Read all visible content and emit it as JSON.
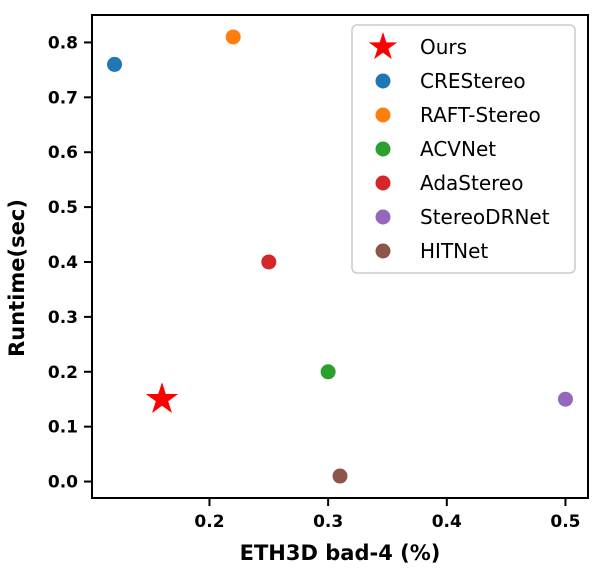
{
  "figure": {
    "background": "#ffffff",
    "frame_color": "#000000"
  },
  "chart_data": {
    "type": "scatter",
    "title": "",
    "xlabel": "ETH3D bad-4 (%)",
    "ylabel": "Runtime(sec)",
    "xlim": [
      0.101,
      0.519
    ],
    "ylim": [
      -0.03,
      0.85
    ],
    "grid": false,
    "legend_position": "upper right",
    "xticks": [
      {
        "value": 0.2,
        "label": "0.2"
      },
      {
        "value": 0.3,
        "label": "0.3"
      },
      {
        "value": 0.4,
        "label": "0.4"
      },
      {
        "value": 0.5,
        "label": "0.5"
      }
    ],
    "yticks": [
      {
        "value": 0.0,
        "label": "0.0"
      },
      {
        "value": 0.1,
        "label": "0.1"
      },
      {
        "value": 0.2,
        "label": "0.2"
      },
      {
        "value": 0.3,
        "label": "0.3"
      },
      {
        "value": 0.4,
        "label": "0.4"
      },
      {
        "value": 0.5,
        "label": "0.5"
      },
      {
        "value": 0.6,
        "label": "0.6"
      },
      {
        "value": 0.7,
        "label": "0.7"
      },
      {
        "value": 0.8,
        "label": "0.8"
      }
    ],
    "series": [
      {
        "name": "Ours",
        "marker": "star",
        "color": "#ff0000",
        "x": 0.16,
        "y": 0.15
      },
      {
        "name": "CREStereo",
        "marker": "circle",
        "color": "#1f77b4",
        "x": 0.12,
        "y": 0.76
      },
      {
        "name": "RAFT-Stereo",
        "marker": "circle",
        "color": "#ff7f0e",
        "x": 0.22,
        "y": 0.81
      },
      {
        "name": "ACVNet",
        "marker": "circle",
        "color": "#2ca02c",
        "x": 0.3,
        "y": 0.2
      },
      {
        "name": "AdaStereo",
        "marker": "circle",
        "color": "#d62728",
        "x": 0.25,
        "y": 0.4
      },
      {
        "name": "StereoDRNet",
        "marker": "circle",
        "color": "#9467bd",
        "x": 0.5,
        "y": 0.15
      },
      {
        "name": "HITNet",
        "marker": "circle",
        "color": "#8c564b",
        "x": 0.31,
        "y": 0.01
      }
    ]
  }
}
